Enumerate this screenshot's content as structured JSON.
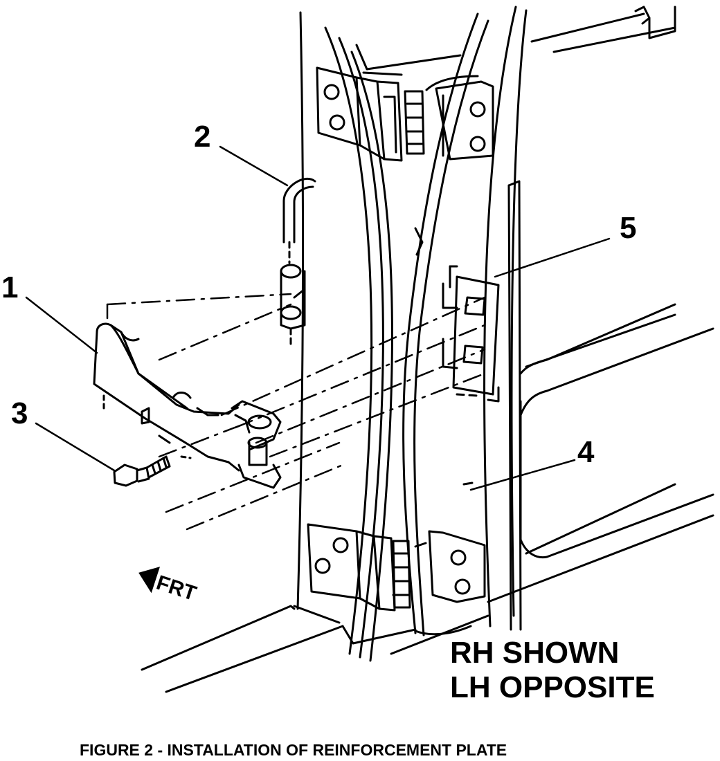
{
  "callouts": {
    "c1": "1",
    "c2": "2",
    "c3": "3",
    "c4": "4",
    "c5": "5"
  },
  "direction_label": "FRT",
  "note": {
    "line1": "RH SHOWN",
    "line2": "LH OPPOSITE"
  },
  "caption": "FIGURE 2 - INSTALLATION OF REINFORCEMENT PLATE"
}
